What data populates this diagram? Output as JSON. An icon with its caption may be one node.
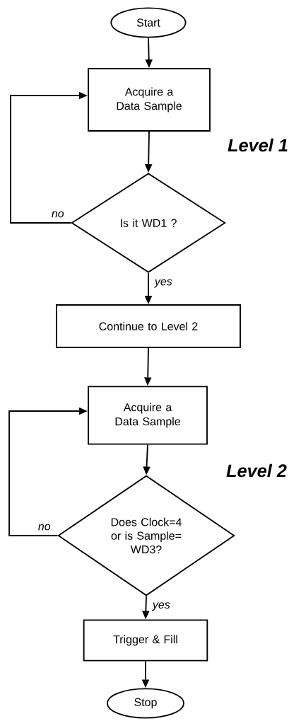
{
  "diagram": {
    "nodes": [
      {
        "text": [
          "Start"
        ]
      },
      {
        "text": [
          "Acquire a Data Sample"
        ]
      },
      {
        "text": [
          "Is it WD1 ?"
        ]
      },
      {
        "text": [
          "Continue to Level 2"
        ]
      },
      {
        "text": [
          "Acquire a Data Sample"
        ]
      },
      {
        "text": [
          "Does Clock=4 or is Sample= WD3?"
        ]
      },
      {
        "text": [
          "Trigger & Fill"
        ]
      },
      {
        "text": [
          "Stop"
        ]
      }
    ],
    "edges": [
      {
        "from": 0,
        "to": 1,
        "arrow": "to"
      },
      {
        "from": 1,
        "to": 2,
        "arrow": "to"
      },
      {
        "from": 2,
        "to": 1,
        "arrow": "to",
        "label": "no"
      },
      {
        "from": 2,
        "to": 3,
        "arrow": "to",
        "label": "yes"
      },
      {
        "from": 3,
        "to": 4,
        "arrow": "to"
      },
      {
        "from": 4,
        "to": 5,
        "arrow": "to"
      },
      {
        "from": 5,
        "to": 4,
        "arrow": "to",
        "label": "no"
      },
      {
        "from": 5,
        "to": 6,
        "arrow": "to",
        "label": "yes"
      },
      {
        "from": 6,
        "to": 7,
        "arrow": "to"
      }
    ],
    "labels": [
      "Level 1",
      "Level 2"
    ]
  }
}
